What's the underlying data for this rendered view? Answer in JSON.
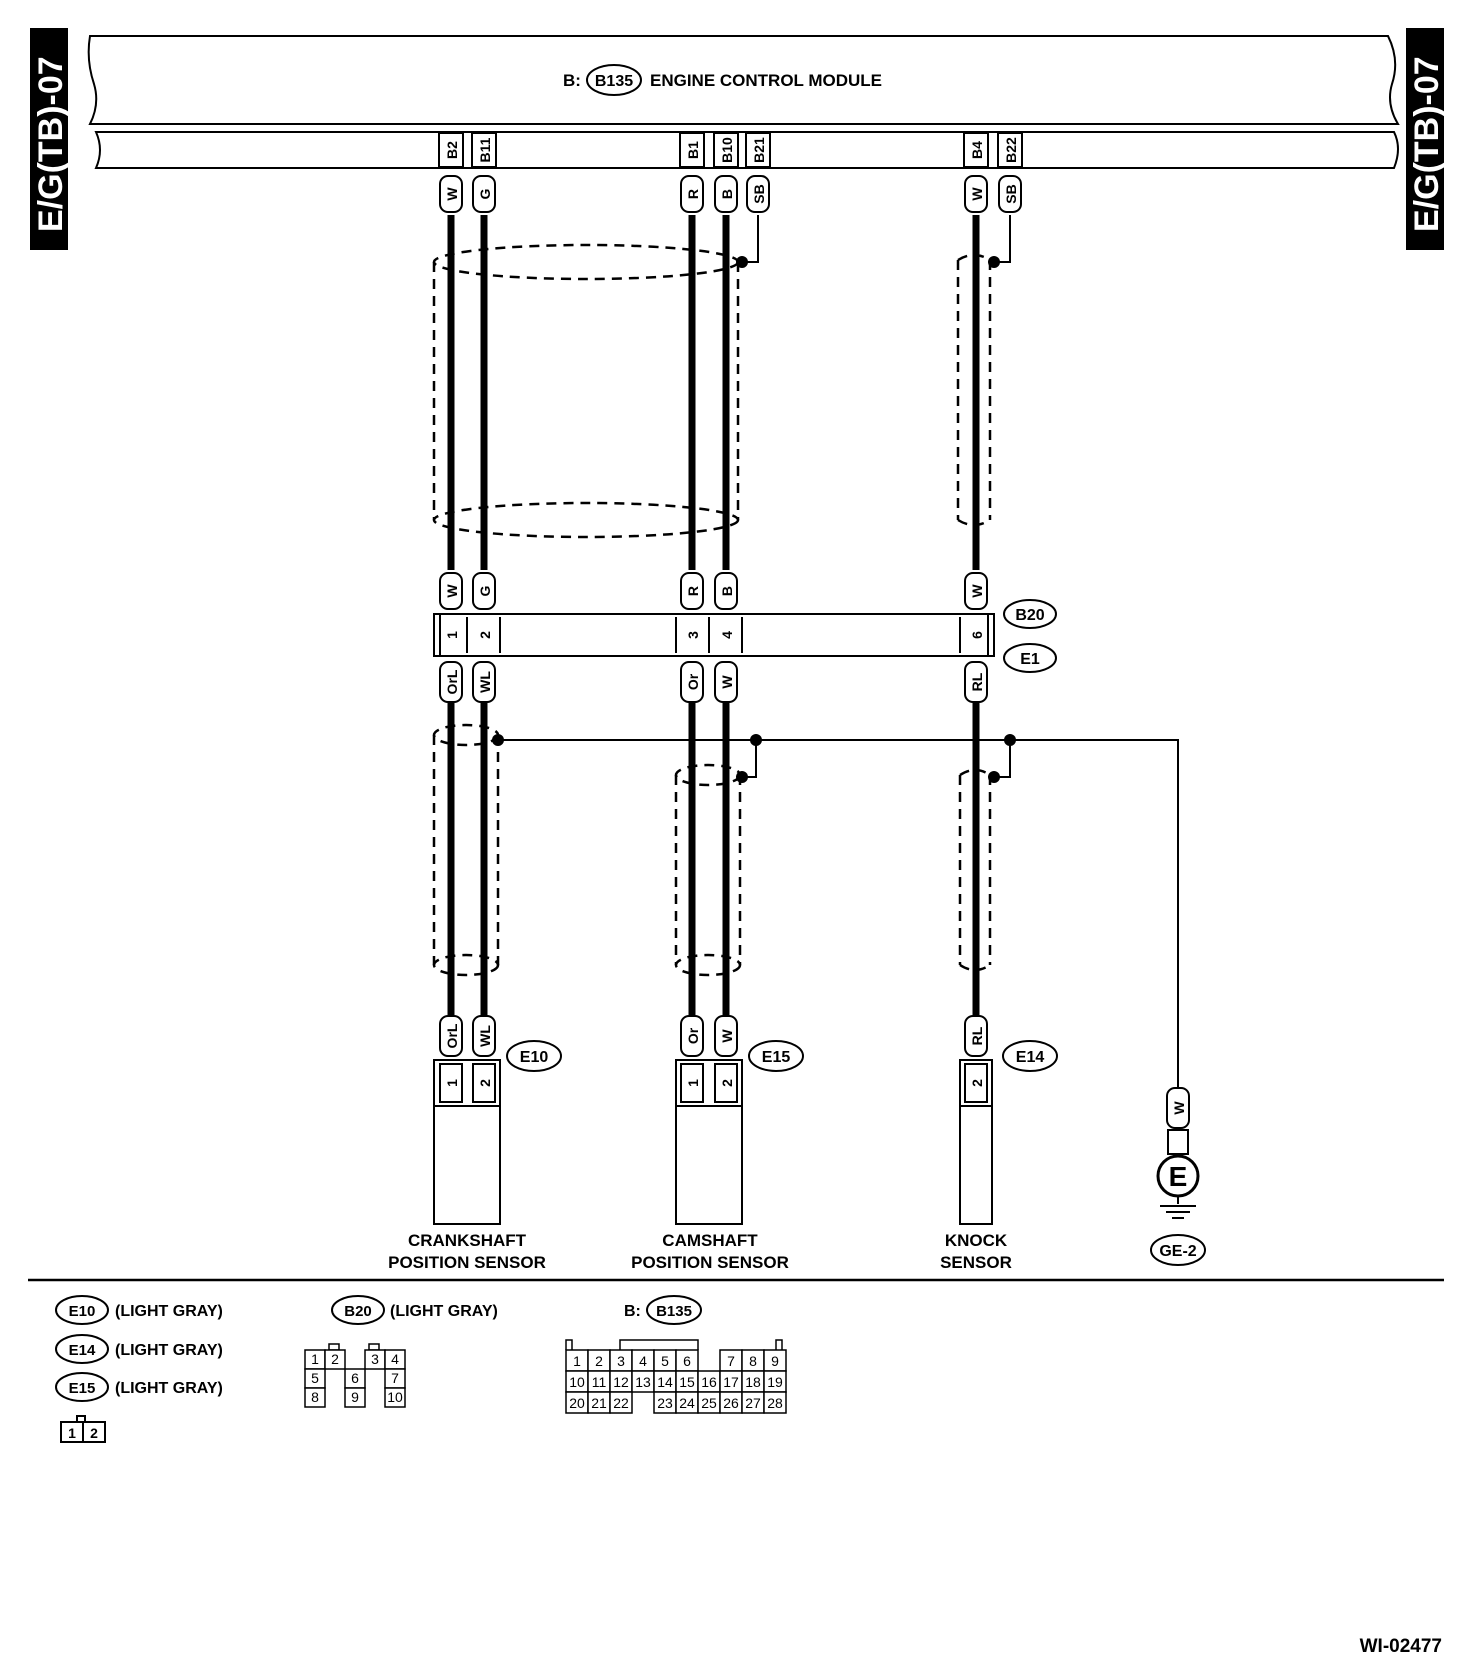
{
  "side_label": "E/G(TB)-07",
  "ecm": {
    "prefix": "B:",
    "connector": "B135",
    "name": "ENGINE CONTROL MODULE"
  },
  "ecm_pins": [
    {
      "pin": "B2",
      "color": "W"
    },
    {
      "pin": "B11",
      "color": "G"
    },
    {
      "pin": "B1",
      "color": "R"
    },
    {
      "pin": "B10",
      "color": "B"
    },
    {
      "pin": "B21",
      "color": "SB"
    },
    {
      "pin": "B4",
      "color": "W"
    },
    {
      "pin": "B22",
      "color": "SB"
    }
  ],
  "joint_connector": {
    "top": "B20",
    "bottom": "E1",
    "pins": [
      {
        "pin": "1",
        "upper_color": "W",
        "lower_color": "OrL"
      },
      {
        "pin": "2",
        "upper_color": "G",
        "lower_color": "WL"
      },
      {
        "pin": "3",
        "upper_color": "R",
        "lower_color": "Or"
      },
      {
        "pin": "4",
        "upper_color": "B",
        "lower_color": "W"
      },
      {
        "pin": "6",
        "upper_color": "W",
        "lower_color": "RL"
      }
    ]
  },
  "sensors": [
    {
      "connector": "E10",
      "pins": [
        {
          "pin": "1",
          "color": "OrL"
        },
        {
          "pin": "2",
          "color": "WL"
        }
      ],
      "label_line1": "CRANKSHAFT",
      "label_line2": "POSITION SENSOR"
    },
    {
      "connector": "E15",
      "pins": [
        {
          "pin": "1",
          "color": "Or"
        },
        {
          "pin": "2",
          "color": "W"
        }
      ],
      "label_line1": "CAMSHAFT",
      "label_line2": "POSITION SENSOR"
    },
    {
      "connector": "E14",
      "pins": [
        {
          "pin": "2",
          "color": "RL"
        }
      ],
      "label_line1": "KNOCK",
      "label_line2": "SENSOR"
    }
  ],
  "ground": {
    "wire_color": "W",
    "symbol": "E",
    "label": "GE-2"
  },
  "legend": {
    "e_connectors": [
      {
        "name": "E10",
        "color": "(LIGHT GRAY)"
      },
      {
        "name": "E14",
        "color": "(LIGHT GRAY)"
      },
      {
        "name": "E15",
        "color": "(LIGHT GRAY)"
      }
    ],
    "e_pins": [
      "1",
      "2"
    ],
    "b20": {
      "name": "B20",
      "color": "(LIGHT GRAY)",
      "rows": [
        [
          "1",
          "2",
          "",
          "3",
          "4"
        ],
        [
          "5",
          "",
          "6",
          "",
          "7"
        ],
        [
          "8",
          "",
          "9",
          "",
          "10"
        ]
      ]
    },
    "b135": {
      "prefix": "B:",
      "name": "B135",
      "rows": [
        [
          "1",
          "2",
          "3",
          "4",
          "5",
          "6",
          "",
          "7",
          "8",
          "9"
        ],
        [
          "10",
          "11",
          "12",
          "13",
          "14",
          "15",
          "16",
          "17",
          "18",
          "19"
        ],
        [
          "20",
          "21",
          "22",
          "",
          "23",
          "24",
          "25",
          "26",
          "27",
          "28"
        ]
      ]
    }
  },
  "figure_id": "WI-02477"
}
